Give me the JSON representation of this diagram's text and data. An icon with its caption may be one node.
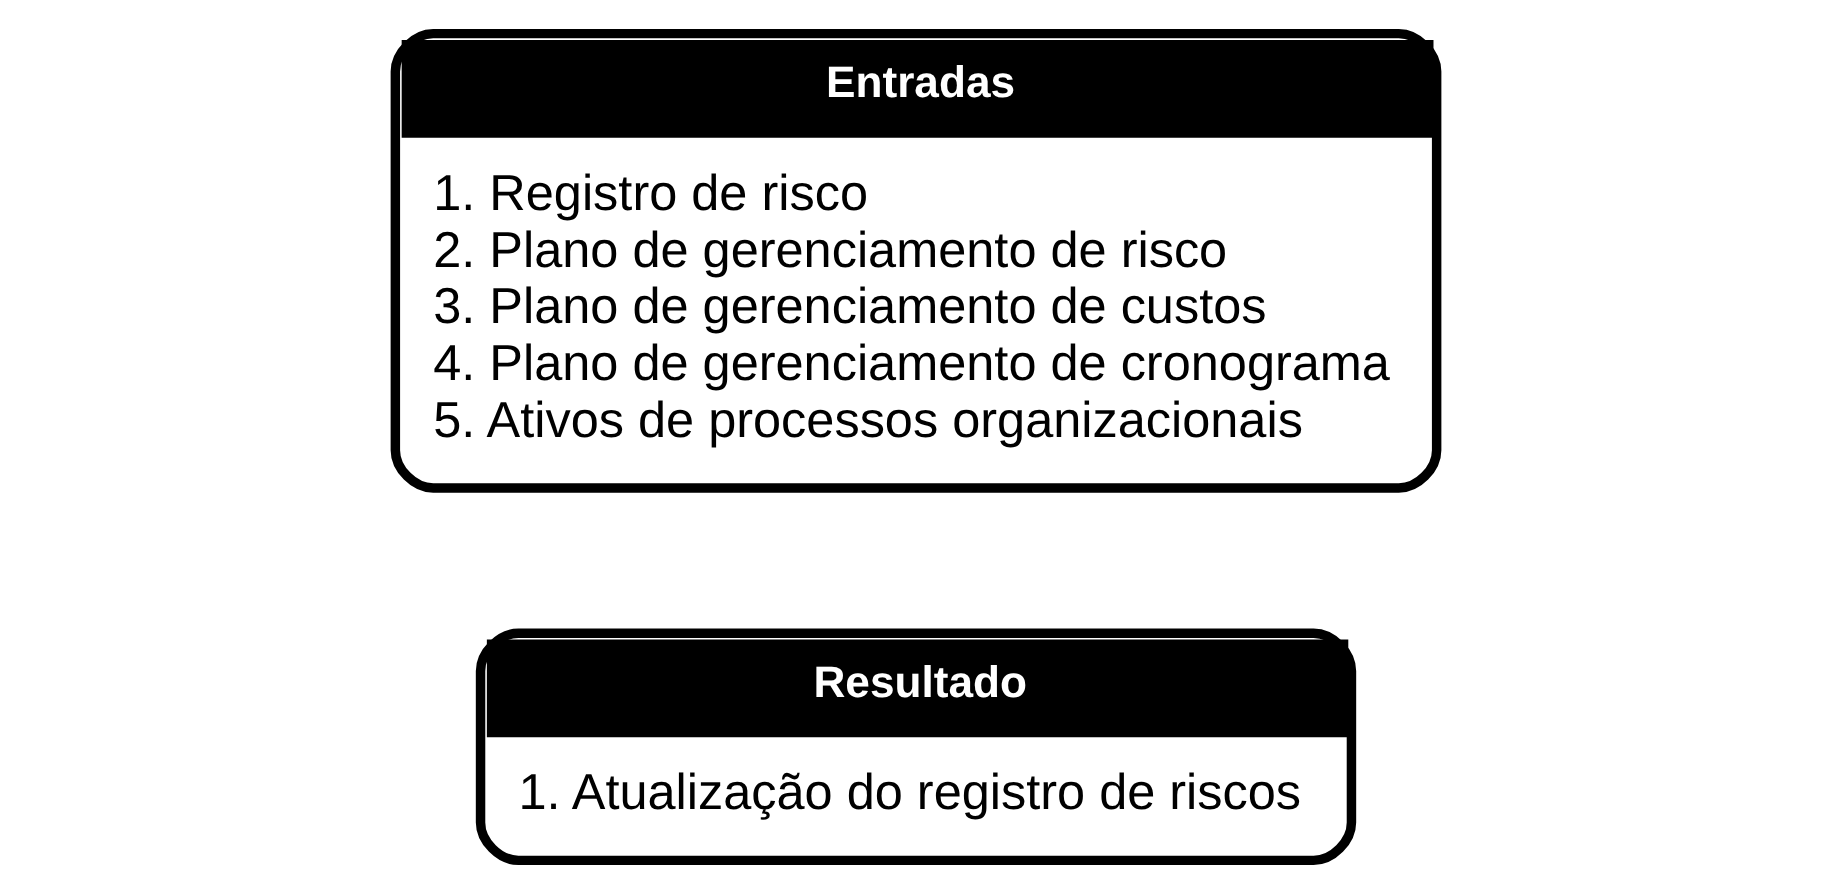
{
  "diagram": {
    "nodes": [
      {
        "text": [
          "Entradas",
          "1. Registro de risco",
          "2. Plano de gerenciamento de risco",
          "3. Plano de gerenciamento de custos",
          "4. Plano de gerenciamento de cronograma",
          "5. Ativos de processos organizacionais"
        ]
      },
      {
        "text": [
          "Resultado",
          "1. Atualização do registro de riscos"
        ]
      }
    ],
    "edges": []
  }
}
